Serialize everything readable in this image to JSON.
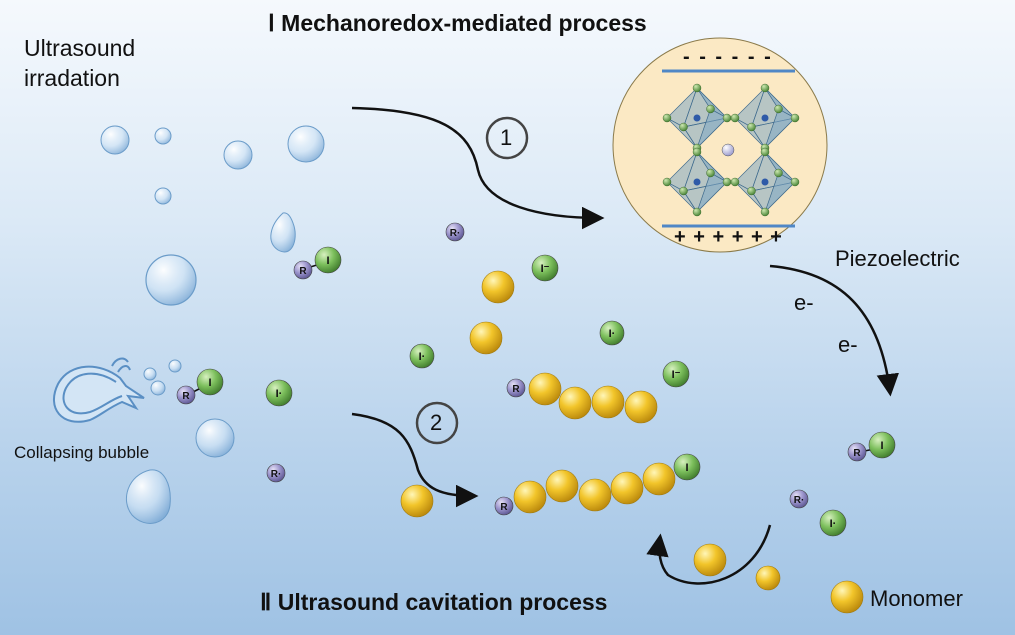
{
  "title_top": "Ⅰ Mechanoredox-mediated process",
  "title_bottom": "Ⅱ Ultrasound cavitation process",
  "ultrasound_line1": "Ultrasound",
  "ultrasound_line2": "irradation",
  "collapsing_label": "Collapsing bubble",
  "piezo_label": "Piezoelectric",
  "electron_label": "e-",
  "monomer_label": "Monomer",
  "step1": "1",
  "step2": "2",
  "crystal_top_charges": "- - - - - -",
  "crystal_bottom_charges": "+ + + + + +",
  "species": {
    "R": "R",
    "R_radical": "R·",
    "I": "I",
    "I_radical": "I·",
    "I_anion": "I⁻"
  },
  "colors": {
    "background_top": "#f5f9fd",
    "background_bottom": "#9fc2e4",
    "iodine_green": "#6aa84f",
    "radical_purple": "#8e88c2",
    "monomer_gold": "#f0c020",
    "crystal_bg": "#fbe9c4",
    "octahedron_blue": "#7fa8c4"
  }
}
